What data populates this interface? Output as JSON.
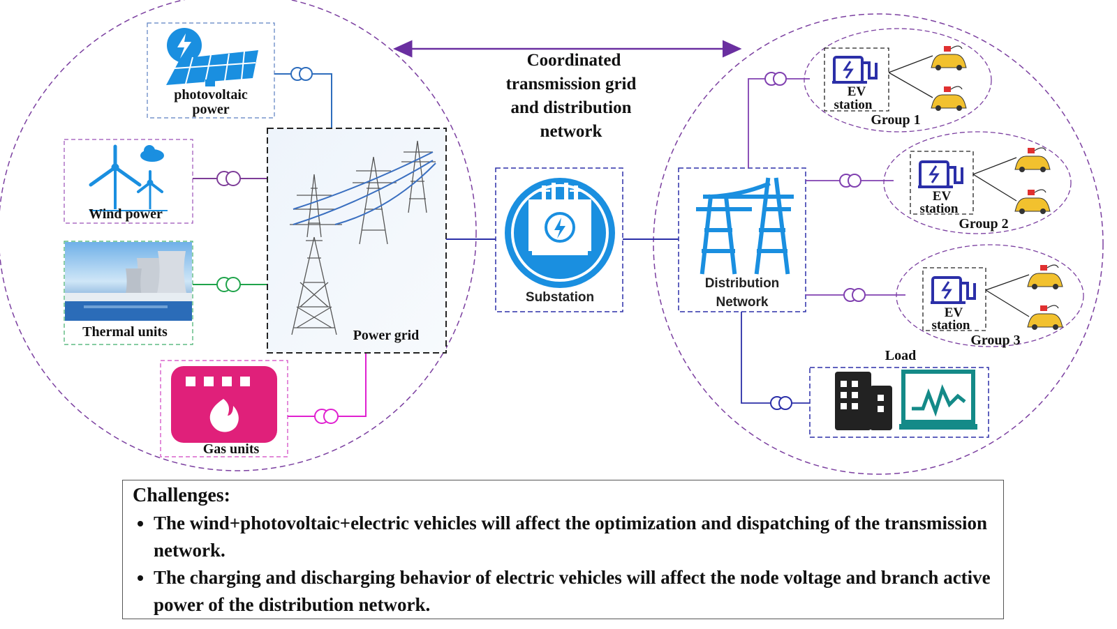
{
  "header": {
    "coordination_line1": "Coordinated",
    "coordination_line2": "transmission grid",
    "coordination_line3": "and distribution",
    "coordination_line4": "network"
  },
  "sources": {
    "pv_line1": "photovoltaic",
    "pv_line2": "power",
    "wind": "Wind power",
    "thermal": "Thermal  units",
    "gas": "Gas units",
    "grid": "Power grid"
  },
  "substation": {
    "label": "Substation"
  },
  "distribution": {
    "line1": "Distribution",
    "line2": "Network",
    "groups": [
      {
        "ev1": "EV",
        "ev2": "station",
        "group": "Group 1"
      },
      {
        "ev1": "EV",
        "ev2": "station",
        "group": "Group 2"
      },
      {
        "ev1": "EV",
        "ev2": "station",
        "group": "Group 3"
      }
    ],
    "load": "Load"
  },
  "challenges": {
    "title": "Challenges:",
    "items": [
      "The wind+photovoltaic+electric vehicles will affect the optimization and dispatching of the transmission network.",
      "The charging and discharging behavior of electric vehicles will affect the node voltage and branch active power of the distribution network."
    ]
  },
  "colors": {
    "purple_dash": "#7b3fa0",
    "pv_line": "#2e6dbd",
    "wind_line": "#7d3c98",
    "thermal_line": "#1fa34a",
    "gas_line": "#e020d0",
    "icon_blue": "#1a8fe0",
    "navy": "#2b2fa8",
    "gas_pink": "#e0207a"
  }
}
